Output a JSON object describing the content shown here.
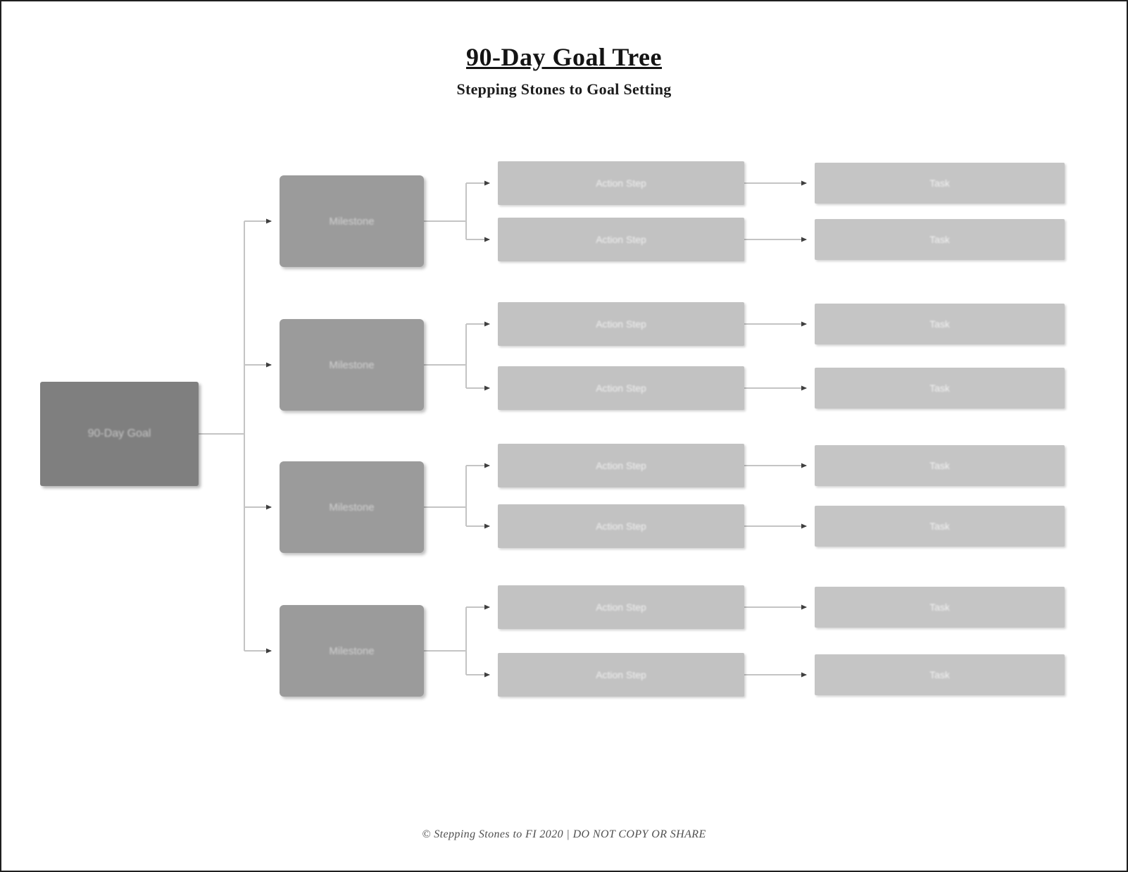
{
  "header": {
    "title": "90-Day Goal Tree",
    "subtitle": "Stepping Stones to Goal Setting"
  },
  "footer": {
    "copyright": "© Stepping Stones to FI 2020  |  DO NOT COPY OR SHARE"
  },
  "colors": {
    "page_background": "#ffffff",
    "page_border": "#1f1f1f",
    "root_box": "#7f7f7f",
    "branch_box": "#9b9b9b",
    "step_box": "#c2c2c2",
    "task_box": "#c5c5c5",
    "connector_line": "#c4c4c4",
    "arrowhead": "#3f3f3f"
  },
  "tree": {
    "root_label": "90-Day Goal",
    "branches": [
      {
        "label": "Milestone",
        "steps": [
          {
            "label": "Action Step",
            "task": "Task"
          },
          {
            "label": "Action Step",
            "task": "Task"
          }
        ]
      },
      {
        "label": "Milestone",
        "steps": [
          {
            "label": "Action Step",
            "task": "Task"
          },
          {
            "label": "Action Step",
            "task": "Task"
          }
        ]
      },
      {
        "label": "Milestone",
        "steps": [
          {
            "label": "Action Step",
            "task": "Task"
          },
          {
            "label": "Action Step",
            "task": "Task"
          }
        ]
      },
      {
        "label": "Milestone",
        "steps": [
          {
            "label": "Action Step",
            "task": "Task"
          },
          {
            "label": "Action Step",
            "task": "Task"
          }
        ]
      }
    ]
  }
}
